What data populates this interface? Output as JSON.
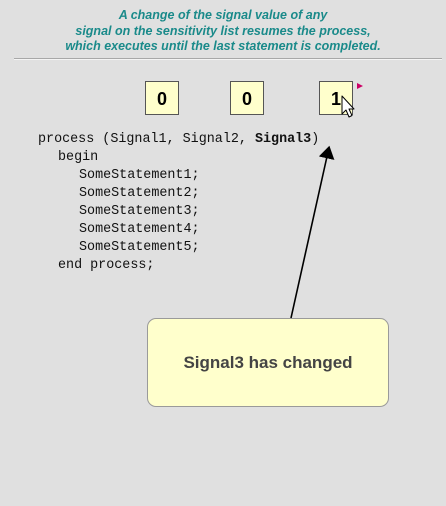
{
  "header": {
    "line1": "A change of the signal value of any",
    "line2": "signal on the sensitivity list resumes the process,",
    "line3": "which executes until the last statement is completed."
  },
  "signals": [
    {
      "name": "Signal1",
      "value": "0"
    },
    {
      "name": "Signal2",
      "value": "0"
    },
    {
      "name": "Signal3",
      "value": "1"
    }
  ],
  "code": {
    "process_prefix": "process (Signal1, Signal2, ",
    "process_highlight": "Signal3",
    "process_suffix": ")",
    "begin": "begin",
    "statements": [
      "SomeStatement1;",
      "SomeStatement2;",
      "SomeStatement3;",
      "SomeStatement4;",
      "SomeStatement5;"
    ],
    "end": "end process;"
  },
  "callout": {
    "text": "Signal3 has changed"
  },
  "colors": {
    "background": "#e0e0e0",
    "header_text": "#1a8a8a",
    "box_fill": "#ffffcc",
    "change_marker": "#cc0066"
  },
  "icons": {
    "cursor": "mouse-pointer-icon",
    "arrow": "callout-arrow"
  }
}
